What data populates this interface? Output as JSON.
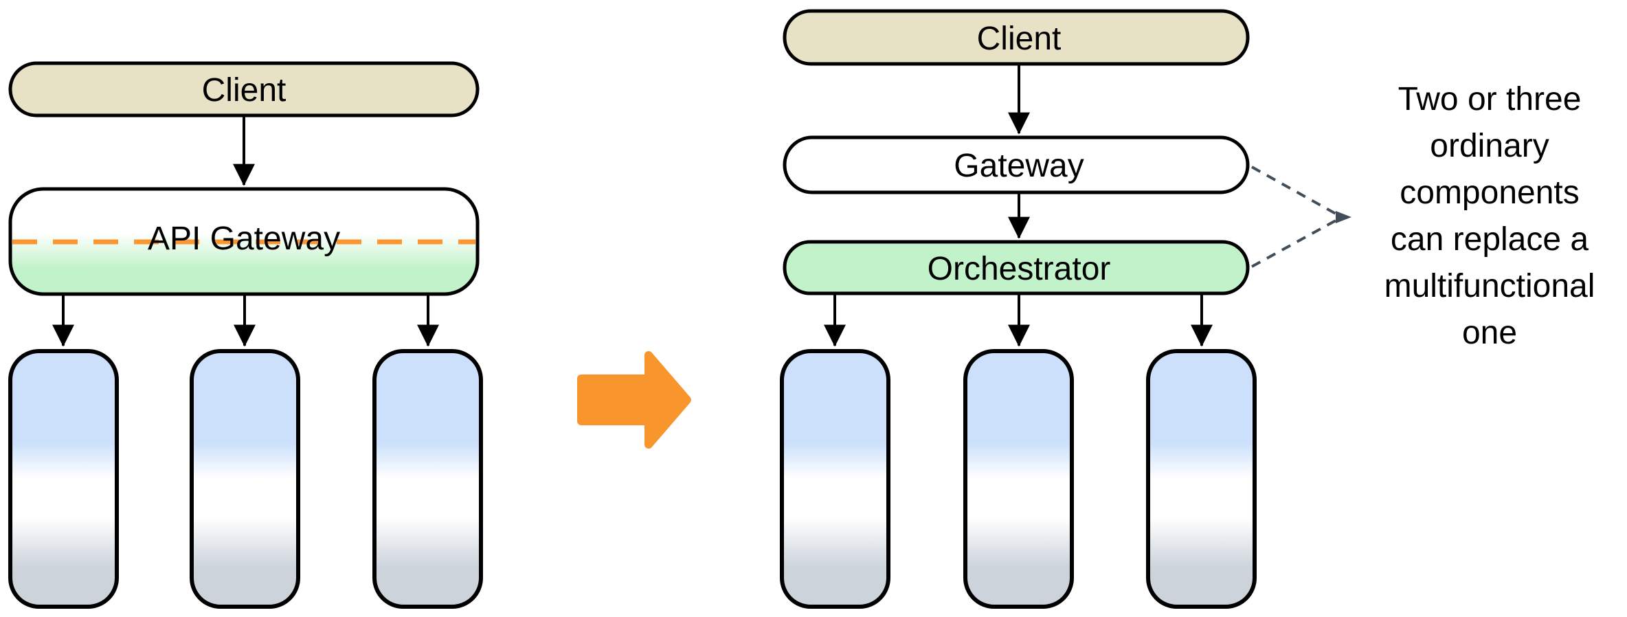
{
  "diagram": {
    "left": {
      "client_label": "Client",
      "api_gateway_label": "API Gateway"
    },
    "right": {
      "client_label": "Client",
      "gateway_label": "Gateway",
      "orchestrator_label": "Orchestrator"
    },
    "annotation": {
      "full_text": "Two or three ordinary components can replace a multifunctional one",
      "lines": [
        "Two or three",
        "ordinary",
        "components",
        "can replace a",
        "multifunctional",
        "one"
      ]
    },
    "colors": {
      "background": "#ffffff",
      "stroke": "#000000",
      "client_fill": "#e7e1c6",
      "green_fill": "#c2f2c9",
      "white_fill": "#ffffff",
      "service_blue": "#cce0fb",
      "service_gray": "#ccd3db",
      "orange": "#f9952d",
      "orange_dash": "#fb9733",
      "connector_dash": "#414d59"
    }
  }
}
